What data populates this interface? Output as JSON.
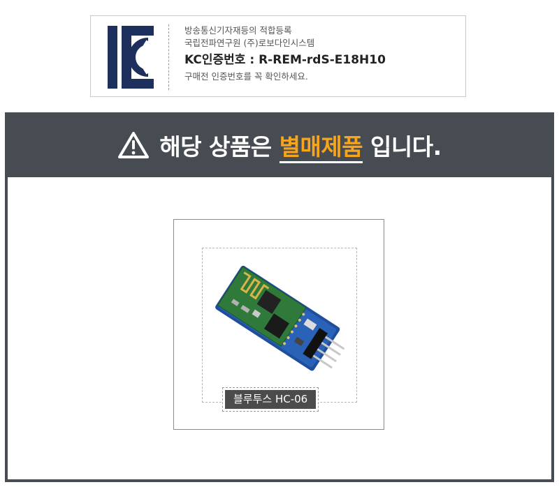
{
  "kc": {
    "line1": "방송통신기자재등의 적합등록",
    "line2": "국립전파연구원 (주)로보다인시스템",
    "number_label": "KC인증번호",
    "number_sep": " : ",
    "number_value": "R-REM-rdS-E18H10",
    "line4": "구매전 인증번호를 꼭 확인하세요."
  },
  "notice": {
    "title_before": "해당 상품은 ",
    "title_highlight": "별매제품",
    "title_after": " 입니다."
  },
  "product": {
    "label": "블루투스 HC-06"
  },
  "colors": {
    "frame": "#474b52",
    "highlight": "#f7a51c",
    "kc_logo": "#1d2f5c",
    "label_bg": "#4b4b4b"
  },
  "icons": {
    "kc_logo": "kc-mark-icon",
    "warning": "warning-triangle-icon"
  }
}
